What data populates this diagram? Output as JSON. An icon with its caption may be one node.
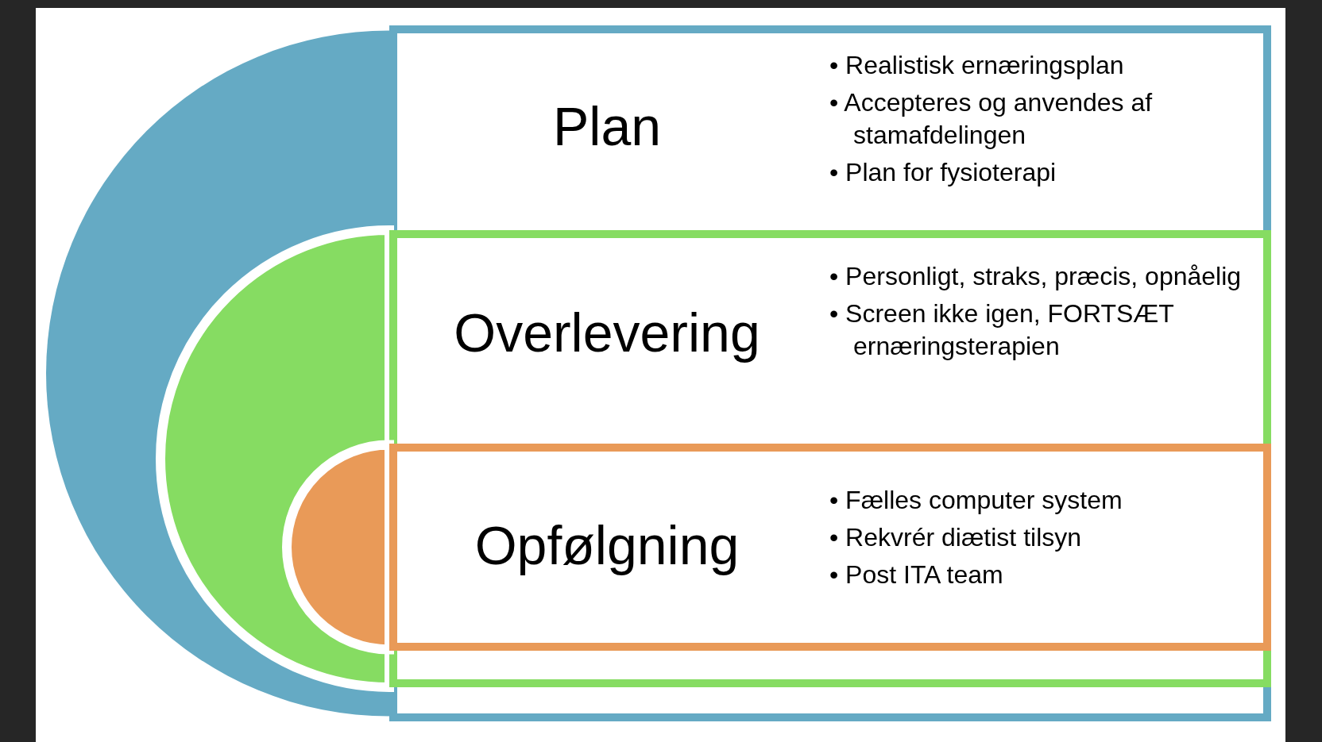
{
  "diagram": {
    "nodes": [
      {
        "text": [
          "Plan",
          "• Realistisk ernæringsplan",
          "• Accepteres og anvendes af stamafdelingen",
          "• Plan for fysioterapi"
        ]
      },
      {
        "text": [
          "Overlevering",
          "• Personligt, straks, præcis, opnåelig",
          "• Screen ikke igen, FORTSÆT ernæringsterapien"
        ],
        "in": 0
      },
      {
        "text": [
          "Opfølgning",
          "• Fælles computer system",
          "• Rekvrér diætist tilsyn",
          "• Post ITA team"
        ],
        "in": 1
      }
    ]
  }
}
